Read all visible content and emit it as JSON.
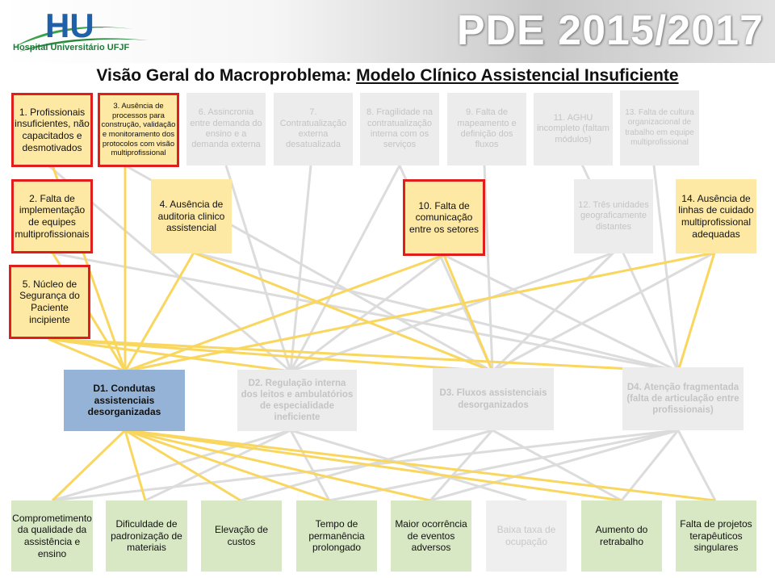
{
  "header": {
    "logo_text": "HU",
    "logo_subtitle": "Hospital Universitário UFJF",
    "pde_title": "PDE 2015/2017"
  },
  "title": {
    "prefix": "Visão Geral do Macroproblema: ",
    "underlined": "Modelo Clínico Assistencial Insuficiente"
  },
  "causes": {
    "c1": "1. Profissionais insuficientes, não capacitados e desmotivados",
    "c3": "3. Ausência de processos para construção, validação e monitoramento dos protocolos com visão multiprofissional",
    "c6": "6. Assincronia entre demanda do ensino e a demanda externa",
    "c7": "7. Contratualização externa desatualizada",
    "c8": "8. Fragilidade na contratualização interna com os serviços",
    "c9": "9. Falta de mapeamento e definição dos fluxos",
    "c11": "11. AGHU incompleto (faltam módulos)",
    "c13": "13. Falta de cultura organizacional de trabalho em equipe multiprofissional",
    "c2": "2. Falta de implementação de equipes multiprofissionais",
    "c4": "4. Ausência de auditoria clinico assistencial",
    "c10": "10. Falta de comunicação entre os setores",
    "c12": "12. Três unidades geograficamente distantes",
    "c14": "14. Ausência de linhas de cuidado multiprofissional adequadas",
    "c5": "5. Núcleo de Segurança do Paciente incipiente"
  },
  "descriptors": {
    "d1": "D1. Condutas assistenciais desorganizadas",
    "d2": "D2. Regulação interna dos leitos e ambulatórios de especialidade ineficiente",
    "d3": "D3. Fluxos assistenciais desorganizados",
    "d4": "D4. Atenção fragmentada (falta de articulação entre profissionais)"
  },
  "consequences": {
    "k1": "Comprometimento da qualidade da assistência e ensino",
    "k2": "Dificuldade de padronização de materiais",
    "k3": "Elevação de custos",
    "k4": "Tempo de permanência prolongado",
    "k5": "Maior ocorrência de eventos adversos",
    "k6": "Baixa taxa de ocupação",
    "k7": "Aumento do retrabalho",
    "k8": "Falta de projetos terapêuticos singulares"
  },
  "colors": {
    "highlight_line": "#f9d65e",
    "faded_line": "#dcdcdc",
    "red_border": "#e01e1e",
    "blue_box": "#95b3d7",
    "green_box": "#d8e8c4",
    "yellow_box": "#fde8a4"
  }
}
